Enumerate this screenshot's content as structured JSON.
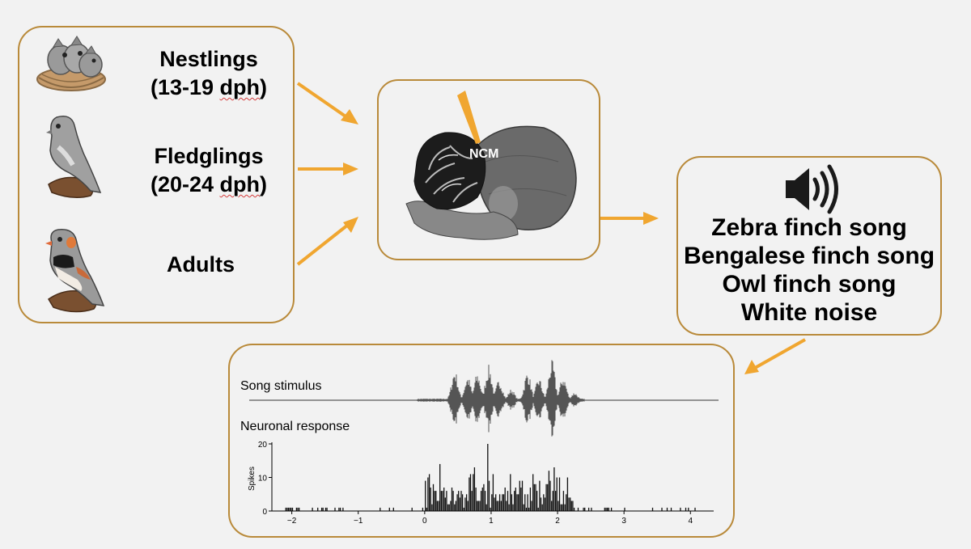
{
  "groups": {
    "nestlings": {
      "label": "Nestlings",
      "age_text": "(13-19 ",
      "age_unit": "dph",
      "age_close": ")"
    },
    "fledglings": {
      "label": "Fledglings",
      "age_text": "(20-24 ",
      "age_unit": "dph",
      "age_close": ")"
    },
    "adults": {
      "label": "Adults"
    }
  },
  "brain": {
    "region_label": "NCM"
  },
  "stimuli": {
    "icon": "speaker-icon",
    "items": [
      "Zebra finch song",
      "Bengalese finch song",
      "Owl finch song",
      "White noise"
    ]
  },
  "recording": {
    "stimulus_label": "Song stimulus",
    "response_label": "Neuronal response"
  },
  "chart_data": {
    "type": "bar",
    "ylabel": "Spikes",
    "xlim": [
      -2.3,
      4.35
    ],
    "ylim": [
      0,
      20
    ],
    "xticks": [
      "-2",
      "-1",
      "0",
      "1",
      "2",
      "3",
      "4"
    ],
    "yticks": [
      "0",
      "10",
      "20"
    ],
    "song_window": [
      0,
      2.25
    ]
  },
  "colors": {
    "border": "#b98a3a",
    "arrow": "#f0a630",
    "background": "#f2f2f2"
  }
}
